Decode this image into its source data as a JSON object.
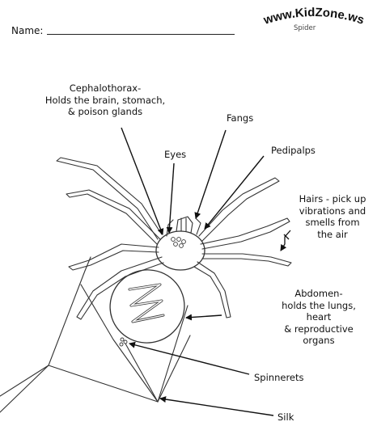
{
  "header": {
    "name_label": "Name:",
    "logo_text": "www.KidZone.ws",
    "sheet_title": "Spider"
  },
  "labels": {
    "cephalothorax": [
      "Cephalothorax-",
      "Holds the brain, stomach,",
      "& poison glands"
    ],
    "fangs": "Fangs",
    "eyes": "Eyes",
    "pedipalps": "Pedipalps",
    "hairs": [
      "Hairs - pick up",
      "vibrations and",
      "smells from",
      "the air"
    ],
    "abdomen": [
      "Abdomen-",
      "holds the lungs,",
      "heart",
      "& reproductive",
      "organs"
    ],
    "spinnerets": "Spinnerets",
    "silk": "Silk"
  }
}
